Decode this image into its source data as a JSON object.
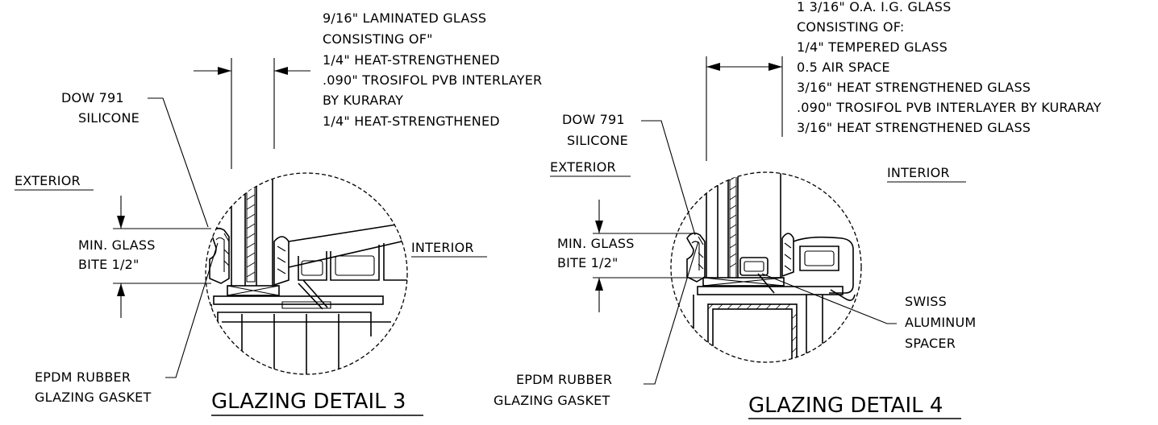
{
  "detail3": {
    "title": "GLAZING DETAIL 3",
    "glass_note": [
      "9/16\" LAMINATED GLASS",
      "CONSISTING OF\"",
      "1/4\" HEAT-STRENGTHENED",
      ".090\" TROSIFOL PVB INTERLAYER",
      "BY KURARAY",
      "1/4\" HEAT-STRENGTHENED"
    ],
    "silicone": [
      "DOW 791",
      "SILICONE"
    ],
    "exterior": "EXTERIOR",
    "interior": "INTERIOR",
    "bite": [
      "MIN. GLASS",
      "BITE 1/2\""
    ],
    "gasket": [
      "EPDM RUBBER",
      "GLAZING GASKET"
    ]
  },
  "detail4": {
    "title": "GLAZING DETAIL 4",
    "glass_note": [
      "1 3/16\" O.A. I.G. GLASS",
      "CONSISTING OF:",
      "1/4\" TEMPERED GLASS",
      "0.5 AIR SPACE",
      "3/16\" HEAT STRENGTHENED GLASS",
      ".090\" TROSIFOL PVB INTERLAYER BY KURARAY",
      "3/16\" HEAT STRENGTHENED GLASS"
    ],
    "silicone": [
      "DOW 791",
      "SILICONE"
    ],
    "exterior": "EXTERIOR",
    "interior": "INTERIOR",
    "bite": [
      "MIN. GLASS",
      "BITE 1/2\""
    ],
    "gasket": [
      "EPDM RUBBER",
      "GLAZING GASKET"
    ],
    "spacer": [
      "SWISS",
      "ALUMINUM",
      "SPACER"
    ]
  }
}
